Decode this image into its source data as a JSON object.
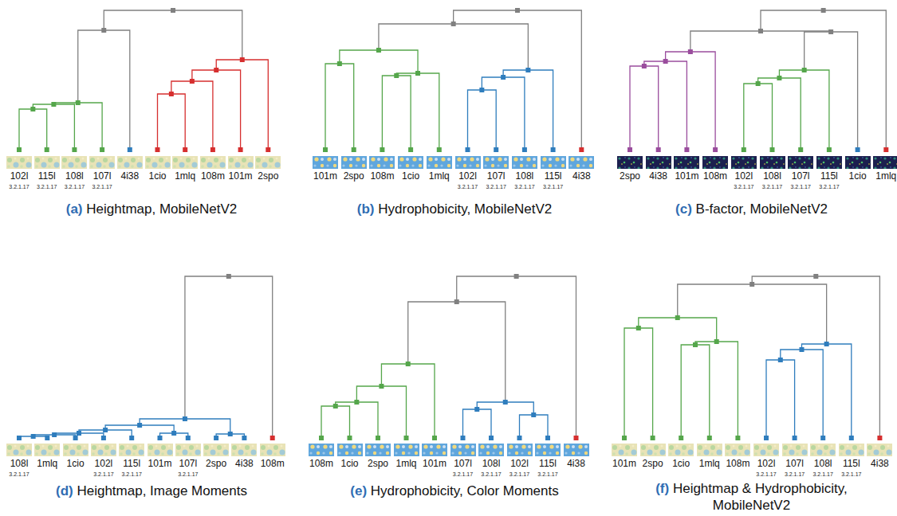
{
  "diagram": {
    "nodes": [
      {
        "text": [
          "(a)",
          "Heightmap, MobileNetV2"
        ]
      },
      {
        "text": [
          "102l",
          "3.2.1.17"
        ],
        "in": 0
      },
      {
        "text": [
          "115l",
          "3.2.1.17"
        ],
        "in": 0
      },
      {
        "text": [
          "108l",
          "3.2.1.17"
        ],
        "in": 0
      },
      {
        "text": [
          "107l",
          "3.2.1.17"
        ],
        "in": 0
      },
      {
        "text": [
          "4i38"
        ],
        "in": 0
      },
      {
        "text": [
          "1cio"
        ],
        "in": 0
      },
      {
        "text": [
          "1mlq"
        ],
        "in": 0
      },
      {
        "text": [
          "108m"
        ],
        "in": 0
      },
      {
        "text": [
          "101m"
        ],
        "in": 0
      },
      {
        "text": [
          "2spo"
        ],
        "in": 0
      },
      {
        "text": [
          "(b)",
          "Hydrophobicity, MobileNetV2"
        ]
      },
      {
        "text": [
          "101m"
        ],
        "in": 11
      },
      {
        "text": [
          "2spo"
        ],
        "in": 11
      },
      {
        "text": [
          "108m"
        ],
        "in": 11
      },
      {
        "text": [
          "1cio"
        ],
        "in": 11
      },
      {
        "text": [
          "1mlq"
        ],
        "in": 11
      },
      {
        "text": [
          "102l",
          "3.2.1.17"
        ],
        "in": 11
      },
      {
        "text": [
          "107l",
          "3.2.1.17"
        ],
        "in": 11
      },
      {
        "text": [
          "108l",
          "3.2.1.17"
        ],
        "in": 11
      },
      {
        "text": [
          "115l",
          "3.2.1.17"
        ],
        "in": 11
      },
      {
        "text": [
          "4i38"
        ],
        "in": 11
      },
      {
        "text": [
          "(c)",
          "B-factor, MobileNetV2"
        ]
      },
      {
        "text": [
          "2spo"
        ],
        "in": 22
      },
      {
        "text": [
          "4i38"
        ],
        "in": 22
      },
      {
        "text": [
          "101m"
        ],
        "in": 22
      },
      {
        "text": [
          "108m"
        ],
        "in": 22
      },
      {
        "text": [
          "102l",
          "3.2.1.17"
        ],
        "in": 22
      },
      {
        "text": [
          "108l",
          "3.2.1.17"
        ],
        "in": 22
      },
      {
        "text": [
          "107l",
          "3.2.1.17"
        ],
        "in": 22
      },
      {
        "text": [
          "115l",
          "3.2.1.17"
        ],
        "in": 22
      },
      {
        "text": [
          "1cio"
        ],
        "in": 22
      },
      {
        "text": [
          "1mlq"
        ],
        "in": 22
      },
      {
        "text": [
          "(d)",
          "Heightmap, Image Moments"
        ]
      },
      {
        "text": [
          "108l",
          "3.2.1.17"
        ],
        "in": 33
      },
      {
        "text": [
          "1mlq"
        ],
        "in": 33
      },
      {
        "text": [
          "1cio"
        ],
        "in": 33
      },
      {
        "text": [
          "102l",
          "3.2.1.17"
        ],
        "in": 33
      },
      {
        "text": [
          "115l",
          "3.2.1.17"
        ],
        "in": 33
      },
      {
        "text": [
          "101m"
        ],
        "in": 33
      },
      {
        "text": [
          "107l",
          "3.2.1.17"
        ],
        "in": 33
      },
      {
        "text": [
          "2spo"
        ],
        "in": 33
      },
      {
        "text": [
          "4i38"
        ],
        "in": 33
      },
      {
        "text": [
          "108m"
        ],
        "in": 33
      },
      {
        "text": [
          "(e)",
          "Hydrophobicity, Color Moments"
        ]
      },
      {
        "text": [
          "108m"
        ],
        "in": 44
      },
      {
        "text": [
          "1cio"
        ],
        "in": 44
      },
      {
        "text": [
          "2spo"
        ],
        "in": 44
      },
      {
        "text": [
          "1mlq"
        ],
        "in": 44
      },
      {
        "text": [
          "101m"
        ],
        "in": 44
      },
      {
        "text": [
          "107l",
          "3.2.1.17"
        ],
        "in": 44
      },
      {
        "text": [
          "108l",
          "3.2.1.17"
        ],
        "in": 44
      },
      {
        "text": [
          "102l",
          "3.2.1.17"
        ],
        "in": 44
      },
      {
        "text": [
          "115l",
          "3.2.1.17"
        ],
        "in": 44
      },
      {
        "text": [
          "4i38"
        ],
        "in": 44
      },
      {
        "text": [
          "(f)",
          "Heightmap & Hydrophobicity, MobileNetV2"
        ]
      },
      {
        "text": [
          "101m"
        ],
        "in": 55
      },
      {
        "text": [
          "2spo"
        ],
        "in": 55
      },
      {
        "text": [
          "1cio"
        ],
        "in": 55
      },
      {
        "text": [
          "1mlq"
        ],
        "in": 55
      },
      {
        "text": [
          "108m"
        ],
        "in": 55
      },
      {
        "text": [
          "102l",
          "3.2.1.17"
        ],
        "in": 55
      },
      {
        "text": [
          "107l",
          "3.2.1.17"
        ],
        "in": 55
      },
      {
        "text": [
          "108l",
          "3.2.1.17"
        ],
        "in": 55
      },
      {
        "text": [
          "115l",
          "3.2.1.17"
        ],
        "in": 55
      },
      {
        "text": [
          "4i38"
        ],
        "in": 55
      }
    ]
  }
}
